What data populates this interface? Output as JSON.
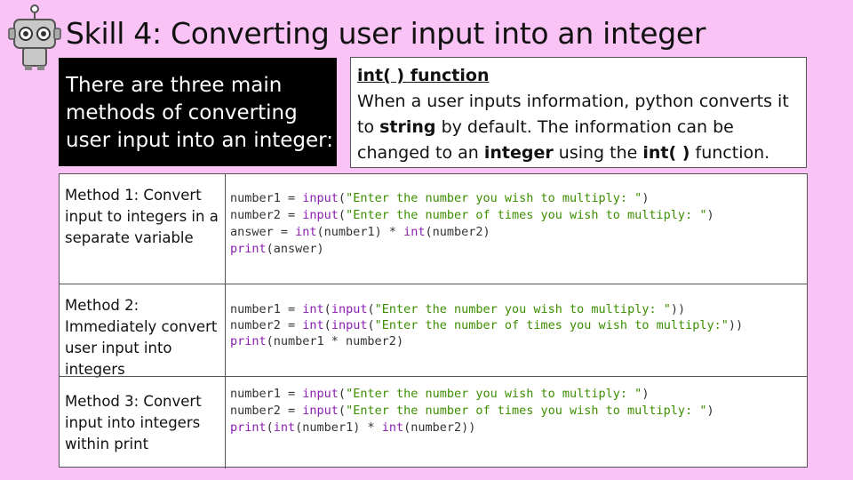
{
  "header": {
    "title": "Skill 4: Converting user input into an integer"
  },
  "intro": {
    "text": "There are three main methods of converting user input into an integer:"
  },
  "definition": {
    "title": "int( ) function",
    "p1": "When a user inputs information, python converts it to ",
    "b1": "string",
    "p2": " by default. The information can be changed to an ",
    "b2": "integer",
    "p3": " using the ",
    "b3": "int( )",
    "p4": " function."
  },
  "methods": [
    {
      "label": "Method 1: Convert input to integers in a separate variable",
      "code": [
        "number1 = input(\"Enter the number you wish to multiply: \")",
        "number2 = input(\"Enter the number of times you wish to multiply: \")",
        "answer = int(number1) * int(number2)",
        "print(answer)"
      ]
    },
    {
      "label": "Method 2: Immediately convert user input into integers",
      "code": [
        "number1 = int(input(\"Enter the number you wish to multiply: \"))",
        "number2 = int(input(\"Enter the number of times you wish to multiply:\"))",
        "print(number1 * number2)"
      ]
    },
    {
      "label": "Method 3: Convert input into integers within print",
      "code": [
        "number1 = input(\"Enter the number you wish to multiply: \")",
        "number2 = input(\"Enter the number of times you wish to multiply: \")",
        "print(int(number1) * int(number2))"
      ]
    }
  ],
  "colors": {
    "background": "#f9c4f5",
    "function": "#8a1fb0",
    "string": "#3c8e00"
  }
}
